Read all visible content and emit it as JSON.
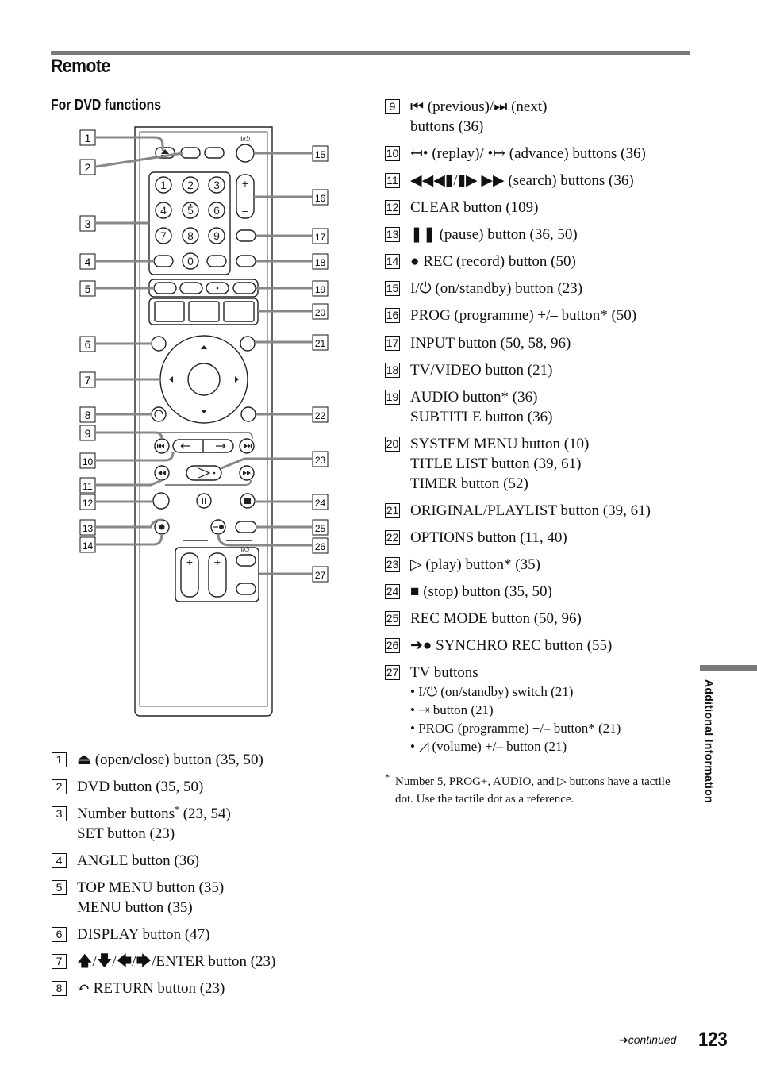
{
  "header": {
    "title": "Remote",
    "subtitle": "For DVD functions"
  },
  "remote_glyphs": {
    "power": "I/⏻",
    "digits": [
      "1",
      "2",
      "3",
      "4",
      "5",
      "6",
      "7",
      "8",
      "9",
      "0"
    ],
    "tv_power": "I/⏻",
    "plus": "+",
    "minus": "–"
  },
  "callouts": [
    "1",
    "2",
    "3",
    "4",
    "5",
    "6",
    "7",
    "8",
    "9",
    "10",
    "11",
    "12",
    "13",
    "14",
    "15",
    "16",
    "17",
    "18",
    "19",
    "20",
    "21",
    "22",
    "23",
    "24",
    "25",
    "26",
    "27"
  ],
  "left_legend": [
    {
      "num": "1",
      "lines": [
        "⏏ (open/close) button (35, 50)"
      ]
    },
    {
      "num": "2",
      "lines": [
        "DVD button (35, 50)"
      ]
    },
    {
      "num": "3",
      "lines": [
        "Number buttons",
        "SET button (23)"
      ],
      "sup": "*",
      "after_sup": " (23, 54)"
    },
    {
      "num": "4",
      "lines": [
        "ANGLE button (36)"
      ]
    },
    {
      "num": "5",
      "lines": [
        "TOP MENU button (35)",
        "MENU button (35)"
      ]
    },
    {
      "num": "6",
      "lines": [
        "DISPLAY button (47)"
      ]
    },
    {
      "num": "7",
      "lines": [
        "🡅/🡇/🡄/🡆/ENTER button (23)"
      ]
    },
    {
      "num": "8",
      "lines": [
        "↶ RETURN button (23)"
      ]
    }
  ],
  "right_legend": [
    {
      "num": "9",
      "lines": [
        "⏮ (previous)/⏭ (next)",
        "buttons (36)"
      ]
    },
    {
      "num": "10",
      "lines": [
        "↤• (replay)/ •↦ (advance) buttons (36)"
      ]
    },
    {
      "num": "11",
      "lines": [
        "◀◀◀▮/▮▶ ▶▶ (search) buttons (36)"
      ]
    },
    {
      "num": "12",
      "lines": [
        "CLEAR button (109)"
      ]
    },
    {
      "num": "13",
      "lines": [
        "❚❚ (pause) button (36, 50)"
      ]
    },
    {
      "num": "14",
      "lines": [
        "● REC (record) button (50)"
      ]
    },
    {
      "num": "15",
      "lines": [
        "I/⏻ (on/standby) button (23)"
      ]
    },
    {
      "num": "16",
      "lines": [
        "PROG (programme) +/– button* (50)"
      ]
    },
    {
      "num": "17",
      "lines": [
        "INPUT button (50, 58, 96)"
      ]
    },
    {
      "num": "18",
      "lines": [
        "TV/VIDEO button (21)"
      ]
    },
    {
      "num": "19",
      "lines": [
        "AUDIO button* (36)",
        "SUBTITLE button (36)"
      ]
    },
    {
      "num": "20",
      "lines": [
        "SYSTEM MENU button (10)",
        "TITLE LIST button (39, 61)",
        "TIMER button (52)"
      ]
    },
    {
      "num": "21",
      "lines": [
        "ORIGINAL/PLAYLIST button (39, 61)"
      ]
    },
    {
      "num": "22",
      "lines": [
        "OPTIONS button (11, 40)"
      ]
    },
    {
      "num": "23",
      "lines": [
        "▷ (play) button* (35)"
      ]
    },
    {
      "num": "24",
      "lines": [
        "■ (stop) button (35, 50)"
      ]
    },
    {
      "num": "25",
      "lines": [
        "REC MODE button (50, 96)"
      ]
    },
    {
      "num": "26",
      "lines": [
        "➔● SYNCHRO REC button (55)"
      ]
    },
    {
      "num": "27",
      "lines": [
        "TV buttons"
      ],
      "sub": [
        "• I/⏻ (on/standby) switch (21)",
        "• ⇥ button (21)",
        "• PROG (programme) +/– button* (21)",
        "• ◿ (volume) +/– button (21)"
      ]
    }
  ],
  "footnote": {
    "mark": "*",
    "text": "Number 5, PROG+, AUDIO, and ▷ buttons have a tactile dot. Use the tactile dot as a reference."
  },
  "side_tab": "Additional Information",
  "footer": {
    "continued": "➔continued",
    "page": "123"
  }
}
